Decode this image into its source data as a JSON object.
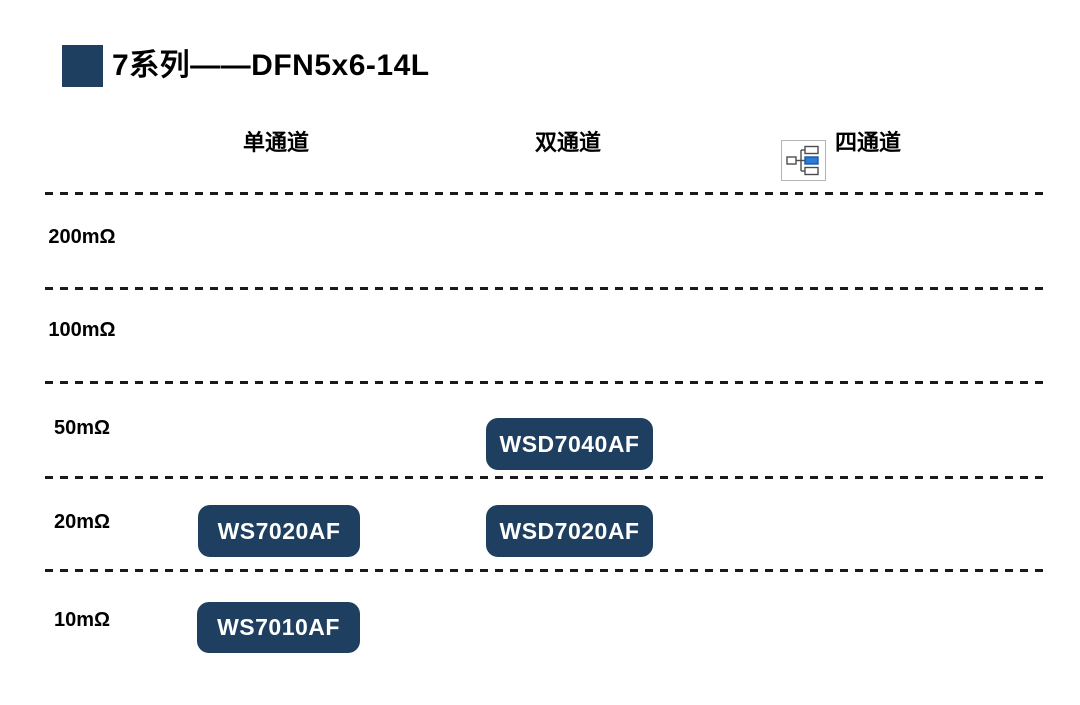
{
  "title": {
    "text": "7系列——DFN5x6-14L"
  },
  "header": {
    "columns": [
      {
        "label": "单通道"
      },
      {
        "label": "双通道"
      },
      {
        "label": "四通道",
        "icon": "org-chart-icon"
      }
    ]
  },
  "rows": [
    {
      "label": "200mΩ"
    },
    {
      "label": "100mΩ"
    },
    {
      "label": "50mΩ"
    },
    {
      "label": "20mΩ"
    },
    {
      "label": "10mΩ"
    }
  ],
  "badges": [
    {
      "label": "WSD7040AF",
      "row": "50mΩ",
      "column": "双通道"
    },
    {
      "label": "WS7020AF",
      "row": "20mΩ",
      "column": "单通道"
    },
    {
      "label": "WSD7020AF",
      "row": "20mΩ",
      "column": "双通道"
    },
    {
      "label": "WS7010AF",
      "row": "10mΩ",
      "column": "单通道"
    }
  ],
  "colors": {
    "bullet": "#1e3f5f",
    "badge": "#1e3f5f",
    "badge_text": "#ffffff",
    "dash": "#1a1a1a",
    "icon_blue": "#2e7bd4"
  },
  "chart_data": {
    "type": "table",
    "title": "7系列——DFN5x6-14L",
    "columns": [
      "单通道",
      "双通道",
      "四通道"
    ],
    "rows": [
      "200mΩ",
      "100mΩ",
      "50mΩ",
      "20mΩ",
      "10mΩ"
    ],
    "cells": [
      {
        "row": "50mΩ",
        "column": "双通道",
        "value": "WSD7040AF"
      },
      {
        "row": "20mΩ",
        "column": "单通道",
        "value": "WS7020AF"
      },
      {
        "row": "20mΩ",
        "column": "双通道",
        "value": "WSD7020AF"
      },
      {
        "row": "10mΩ",
        "column": "单通道",
        "value": "WS7010AF"
      }
    ],
    "grid": "horizontal dashed separators",
    "legend_position": "none"
  }
}
